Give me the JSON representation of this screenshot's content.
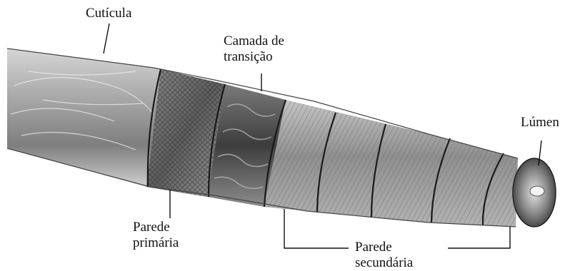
{
  "labels": {
    "cuticula": "Cutícula",
    "camada_line1": "Camada de",
    "camada_line2": "transição",
    "lumen": "Lúmen",
    "primaria_line1": "Parede",
    "primaria_line2": "primária",
    "secundaria_line1": "Parede",
    "secundaria_line2": "secundária"
  }
}
